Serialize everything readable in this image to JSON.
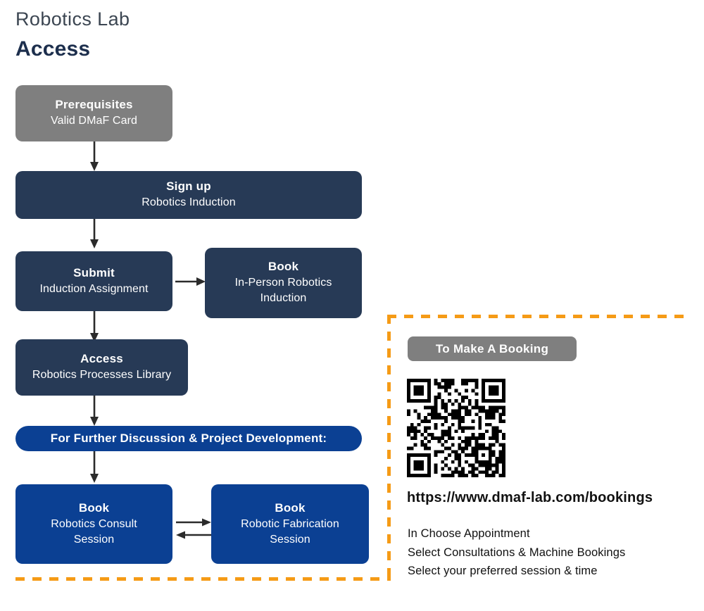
{
  "header": {
    "subtitle": "Robotics Lab",
    "title": "Access"
  },
  "flow": {
    "nodes": [
      {
        "id": "prerequisites",
        "title": "Prerequisites",
        "subtitle": "Valid DMaF Card",
        "color": "#7f7f7f",
        "style": "gray"
      },
      {
        "id": "sign-up",
        "title": "Sign up",
        "subtitle": "Robotics Induction",
        "color": "#273a56",
        "style": "navy"
      },
      {
        "id": "submit",
        "title": "Submit",
        "subtitle": "Induction Assignment",
        "color": "#273a56",
        "style": "navy"
      },
      {
        "id": "book-in-person-induction",
        "title": "Book",
        "subtitle": "In-Person Robotics\nInduction",
        "subtitle_line1": "In-Person Robotics",
        "subtitle_line2": "Induction",
        "color": "#273a56",
        "style": "navy"
      },
      {
        "id": "access-library",
        "title": "Access",
        "subtitle": "Robotics Processes Library",
        "color": "#273a56",
        "style": "navy"
      },
      {
        "id": "further-discussion",
        "title": "For Further Discussion & Project Development:",
        "color": "#0b4093",
        "style": "blue-pill"
      },
      {
        "id": "book-consult",
        "title": "Book",
        "subtitle_line1": "Robotics Consult",
        "subtitle_line2": "Session",
        "color": "#0b4093",
        "style": "blue"
      },
      {
        "id": "book-fabrication",
        "title": "Book",
        "subtitle_line1": "Robotic Fabrication",
        "subtitle_line2": "Session",
        "color": "#0b4093",
        "style": "blue"
      }
    ]
  },
  "booking_panel": {
    "badge_label": "To Make A Booking",
    "qr_alt": "qr-code",
    "url": "https://www.dmaf-lab.com/bookings",
    "steps": [
      "In Choose Appointment",
      "Select Consultations & Machine Bookings",
      "Select your preferred session & time"
    ],
    "border_color": "#f59b16"
  },
  "colors": {
    "gray": "#7f7f7f",
    "navy": "#273a56",
    "blue": "#0b4093",
    "orange": "#f59b16",
    "arrow": "#2b2b2b",
    "heading_dark": "#1d2f4d",
    "heading_light": "#3c4652"
  }
}
